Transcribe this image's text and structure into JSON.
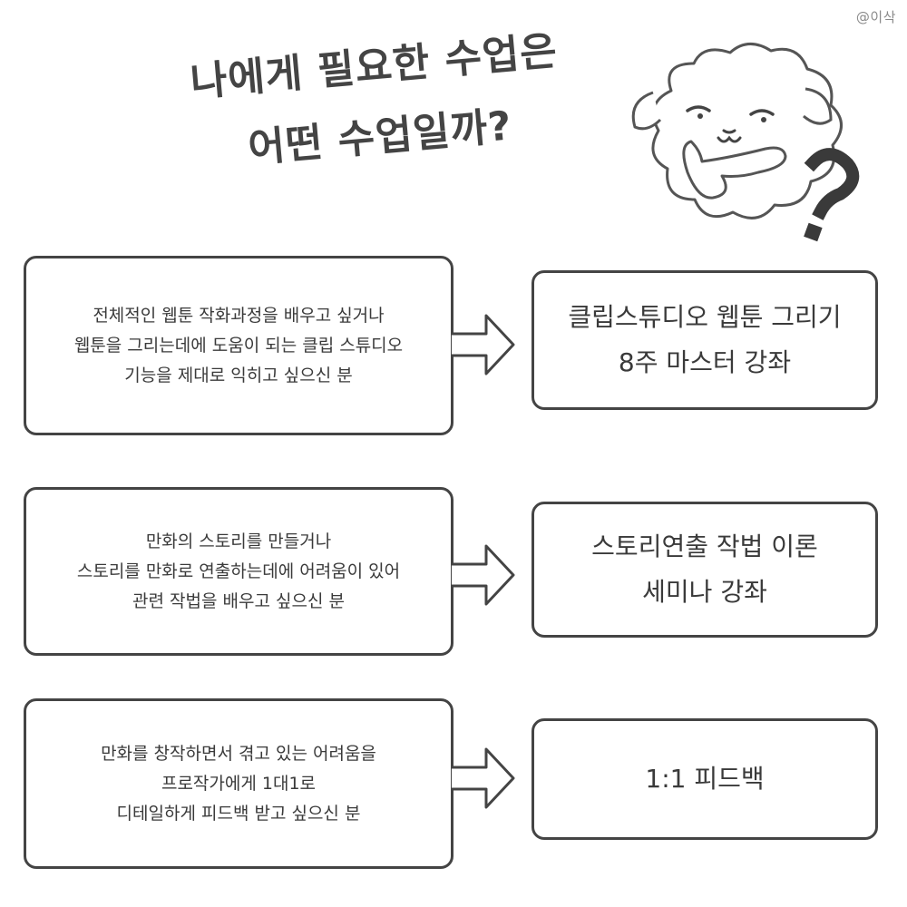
{
  "credit": "@이삭",
  "title": {
    "line1": "나에게 필요한 수업은",
    "line2": "어떤 수업일까?"
  },
  "mascot": {
    "icon": "thinking-sheep-icon",
    "mark_icon": "question-mark-icon"
  },
  "rows": [
    {
      "left_lines": [
        "전체적인 웹툰 작화과정을 배우고 싶거나",
        "웹툰을 그리는데에 도움이 되는 클립 스튜디오",
        "기능을 제대로 익히고 싶으신 분"
      ],
      "right_lines": [
        "클립스튜디오 웹툰 그리기",
        "8주 마스터 강좌"
      ]
    },
    {
      "left_lines": [
        "만화의 스토리를 만들거나",
        "스토리를 만화로 연출하는데에 어려움이 있어",
        "관련 작법을 배우고 싶으신 분"
      ],
      "right_lines": [
        "스토리연출 작법 이론",
        "세미나 강좌"
      ]
    },
    {
      "left_lines": [
        "만화를 창작하면서 겪고 있는 어려움을",
        "프로작가에게 1대1로",
        "디테일하게 피드백 받고 싶으신 분"
      ],
      "right_lines": [
        "1:1 피드백"
      ]
    }
  ]
}
